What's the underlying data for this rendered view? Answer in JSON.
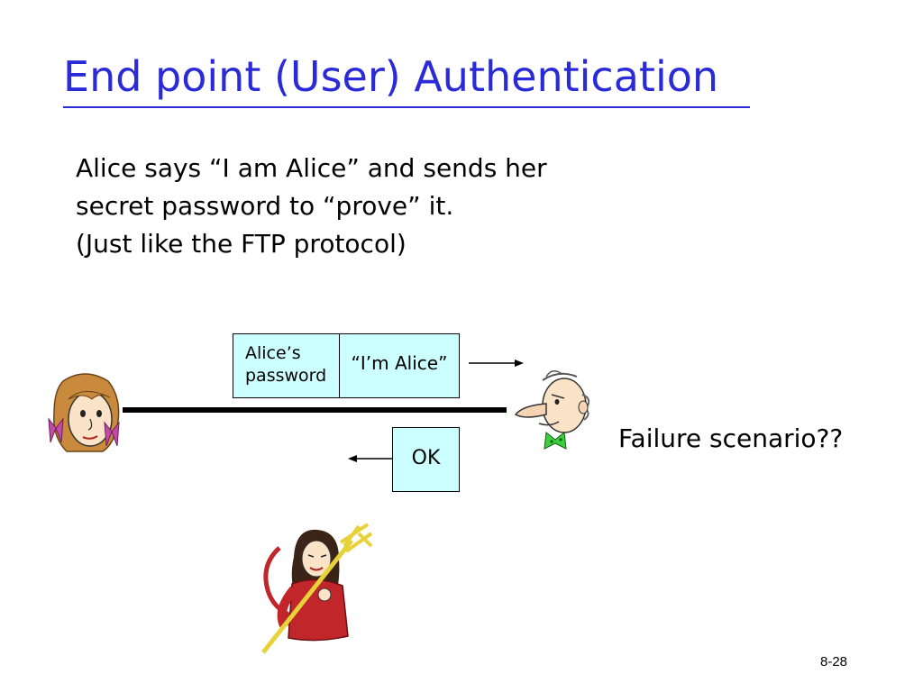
{
  "slide": {
    "title": "End point (User) Authentication",
    "body_lines": [
      "Alice says “I am Alice” and sends her",
      "secret password to “prove” it.",
      "(Just like the FTP protocol)"
    ],
    "outgoing_message": {
      "password_lines": [
        "Alice’s",
        "password"
      ],
      "claim": "“I’m Alice”"
    },
    "reply_message": "OK",
    "side_note": "Failure scenario??",
    "slide_number": "8-28"
  },
  "figures": [
    "alice-figure",
    "bob-figure",
    "trudy-figure"
  ],
  "colors": {
    "title": "#2a2ad8",
    "message_box": "#ccffff",
    "alice_hair": "#c98a3d",
    "alice_bow": "#c34aa6",
    "bob_tie": "#3cd13c",
    "trudy_dress": "#c0262a",
    "trudy_hair": "#3a2418",
    "pitchfork": "#e8d23a"
  },
  "icons": {
    "outgoing_arrow": "arrow-right-icon",
    "reply_arrow": "arrow-left-icon"
  }
}
